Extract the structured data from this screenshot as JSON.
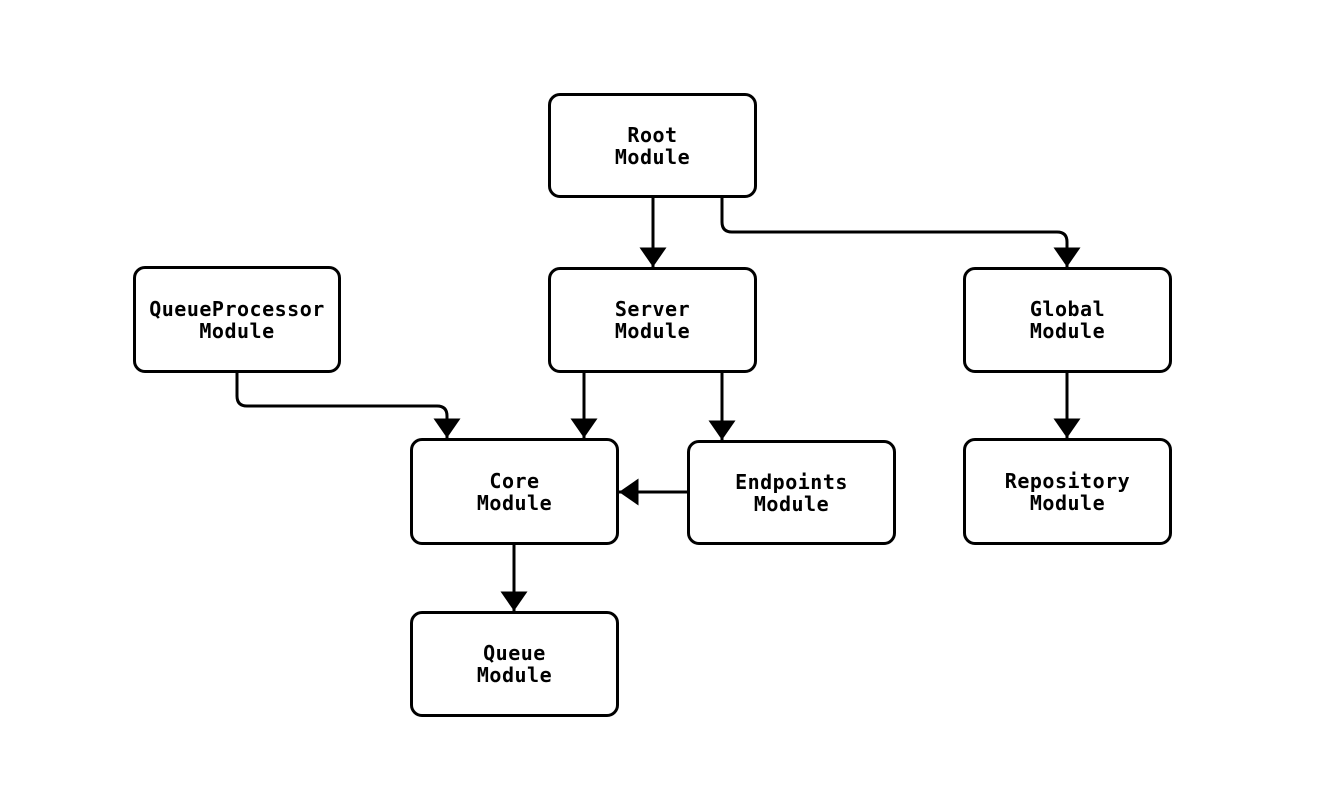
{
  "diagram": {
    "kind": "module-dependency-flowchart",
    "colors": {
      "stroke": "#000000",
      "text": "#000000",
      "node_fill": "#ffffff",
      "background": "#ffffff"
    },
    "nodes": {
      "root": {
        "label": "Root\nModule"
      },
      "queueprocessor": {
        "label": "QueueProcessor\nModule"
      },
      "server": {
        "label": "Server\nModule"
      },
      "global": {
        "label": "Global\nModule"
      },
      "core": {
        "label": "Core\nModule"
      },
      "endpoints": {
        "label": "Endpoints\nModule"
      },
      "repository": {
        "label": "Repository\nModule"
      },
      "queue": {
        "label": "Queue\nModule"
      }
    },
    "edges": [
      {
        "from": "root",
        "to": "server"
      },
      {
        "from": "root",
        "to": "global"
      },
      {
        "from": "queueprocessor",
        "to": "core"
      },
      {
        "from": "server",
        "to": "core"
      },
      {
        "from": "server",
        "to": "endpoints"
      },
      {
        "from": "endpoints",
        "to": "core"
      },
      {
        "from": "global",
        "to": "repository"
      },
      {
        "from": "core",
        "to": "queue"
      }
    ]
  }
}
